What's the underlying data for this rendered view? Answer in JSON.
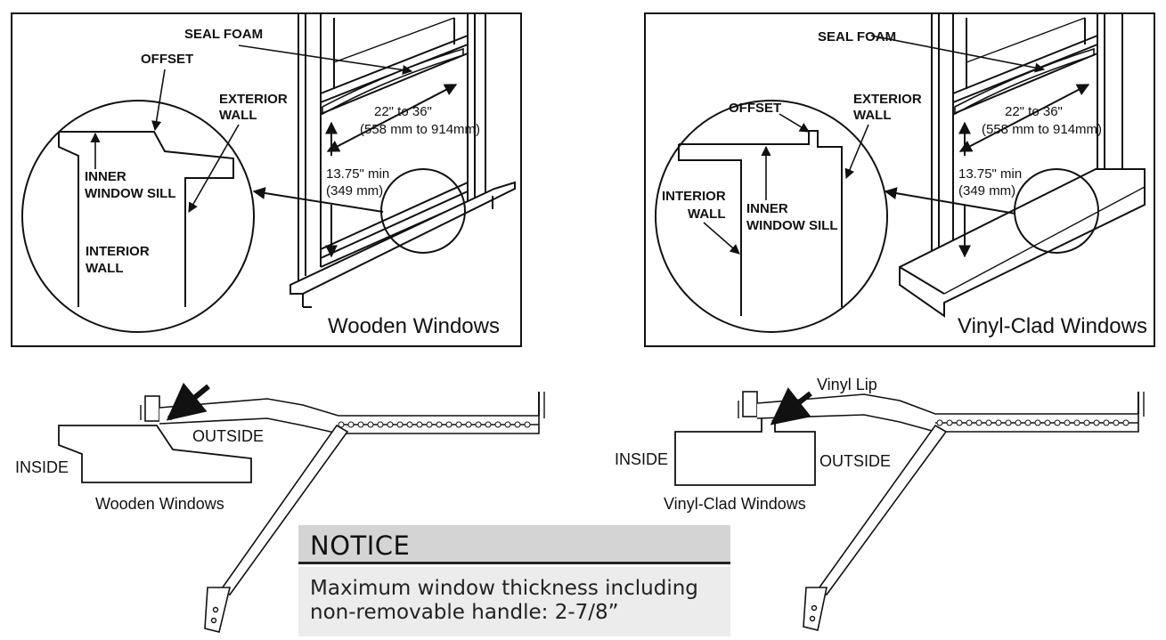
{
  "panels": {
    "wooden": {
      "caption": "Wooden Windows",
      "seal_foam": "SEAL FOAM",
      "offset": "OFFSET",
      "exterior_wall_1": "EXTERIOR",
      "exterior_wall_2": "WALL",
      "inner_sill_1": "INNER",
      "inner_sill_2": "WINDOW SILL",
      "interior_wall_1": "INTERIOR",
      "interior_wall_2": "WALL",
      "dim_range_1": "22\" to 36\"",
      "dim_range_2": "(558 mm to 914mm)",
      "dim_min_1": "13.75\" min",
      "dim_min_2": "(349 mm)"
    },
    "vinyl": {
      "caption": "Vinyl-Clad Windows",
      "seal_foam": "SEAL FOAM",
      "offset": "OFFSET",
      "exterior_wall_1": "EXTERIOR",
      "exterior_wall_2": "WALL",
      "inner_sill_1": "INNER",
      "inner_sill_2": "WINDOW SILL",
      "interior_wall_1": "INTERIOR",
      "interior_wall_2": "WALL",
      "dim_range_1": "22\" to 36\"",
      "dim_range_2": "(558 mm to 914mm)",
      "dim_min_1": "13.75\" min",
      "dim_min_2": "(349 mm)"
    }
  },
  "brackets": {
    "wooden": {
      "inside": "INSIDE",
      "outside": "OUTSIDE",
      "caption": "Wooden Windows"
    },
    "vinyl": {
      "lip": "Vinyl Lip",
      "inside": "INSIDE",
      "outside": "OUTSIDE",
      "caption": "Vinyl-Clad Windows"
    }
  },
  "notice": {
    "title": "NOTICE",
    "body": "Maximum window thickness including non-removable handle: 2-7/8”"
  },
  "colors": {
    "notice_header_bg": "#d4d4d4",
    "notice_body_bg": "#ececec",
    "ink": "#111111"
  }
}
